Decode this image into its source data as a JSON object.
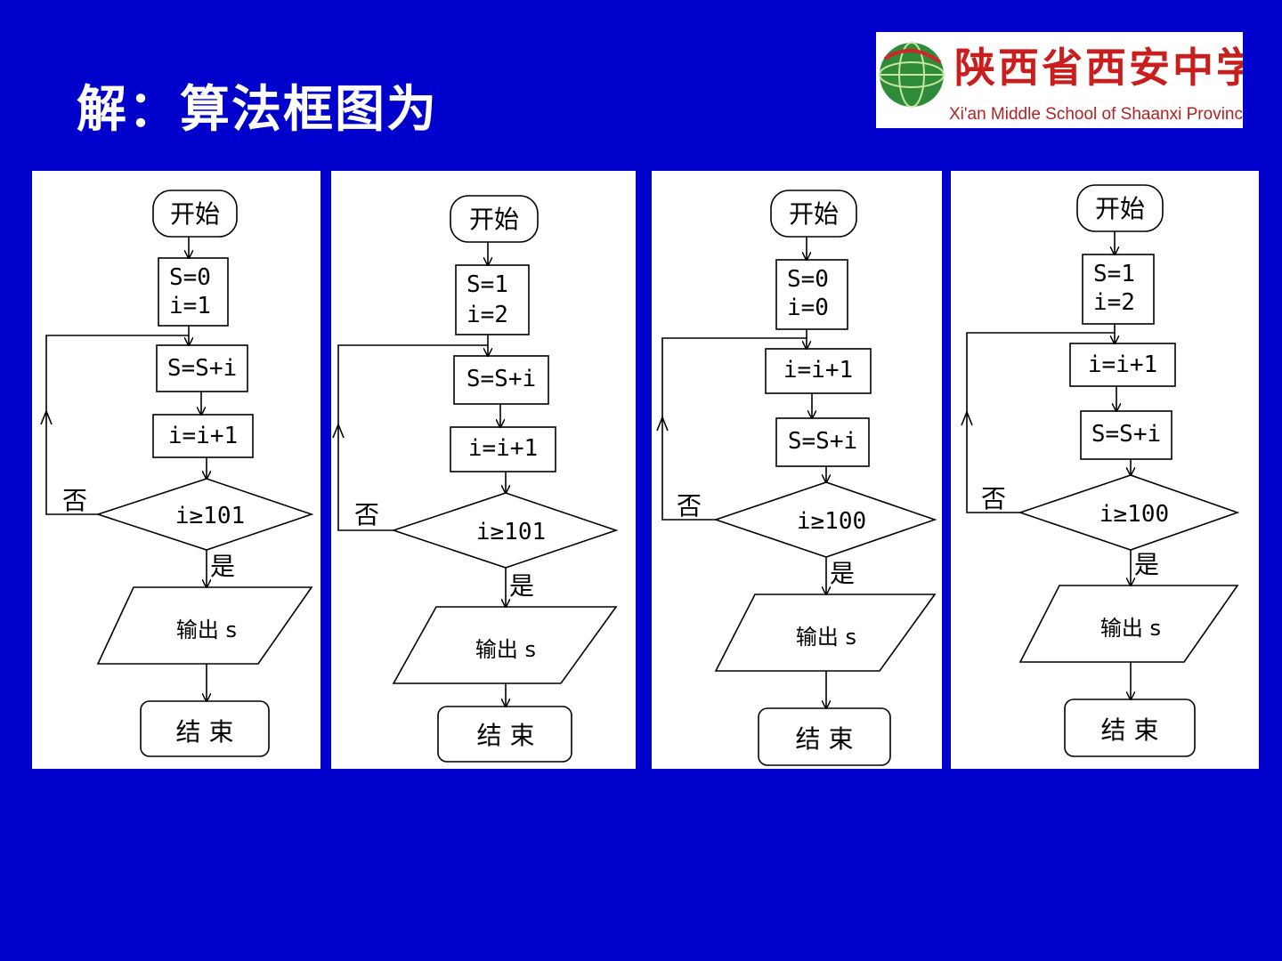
{
  "title": "解：算法框图为",
  "logo": {
    "name_cn": "陕西省西安中学",
    "name_en": "Xi'an Middle School of Shaanxi Province"
  },
  "colors": {
    "background": "#0000CC",
    "panel": "#FFFFFF",
    "line": "#000000",
    "logo_red": "#C81E1E"
  },
  "flowcharts": [
    {
      "start": "开始",
      "init": [
        "S=0",
        "i=1"
      ],
      "step1": "S=S+i",
      "step2": "i=i+1",
      "condition": "i≥101",
      "no": "否",
      "yes": "是",
      "output": "输出 s",
      "end": "结 束"
    },
    {
      "start": "开始",
      "init": [
        "S=1",
        "i=2"
      ],
      "step1": "S=S+i",
      "step2": "i=i+1",
      "condition": "i≥101",
      "no": "否",
      "yes": "是",
      "output": "输出 s",
      "end": "结 束"
    },
    {
      "start": "开始",
      "init": [
        "S=0",
        "i=0"
      ],
      "step1": "i=i+1",
      "step2": "S=S+i",
      "condition": "i≥100",
      "no": "否",
      "yes": "是",
      "output": "输出 s",
      "end": "结 束"
    },
    {
      "start": "开始",
      "init": [
        "S=1",
        "i=2"
      ],
      "step1": "i=i+1",
      "step2": "S=S+i",
      "condition": "i≥100",
      "no": "否",
      "yes": "是",
      "output": "输出 s",
      "end": "结 束"
    }
  ]
}
